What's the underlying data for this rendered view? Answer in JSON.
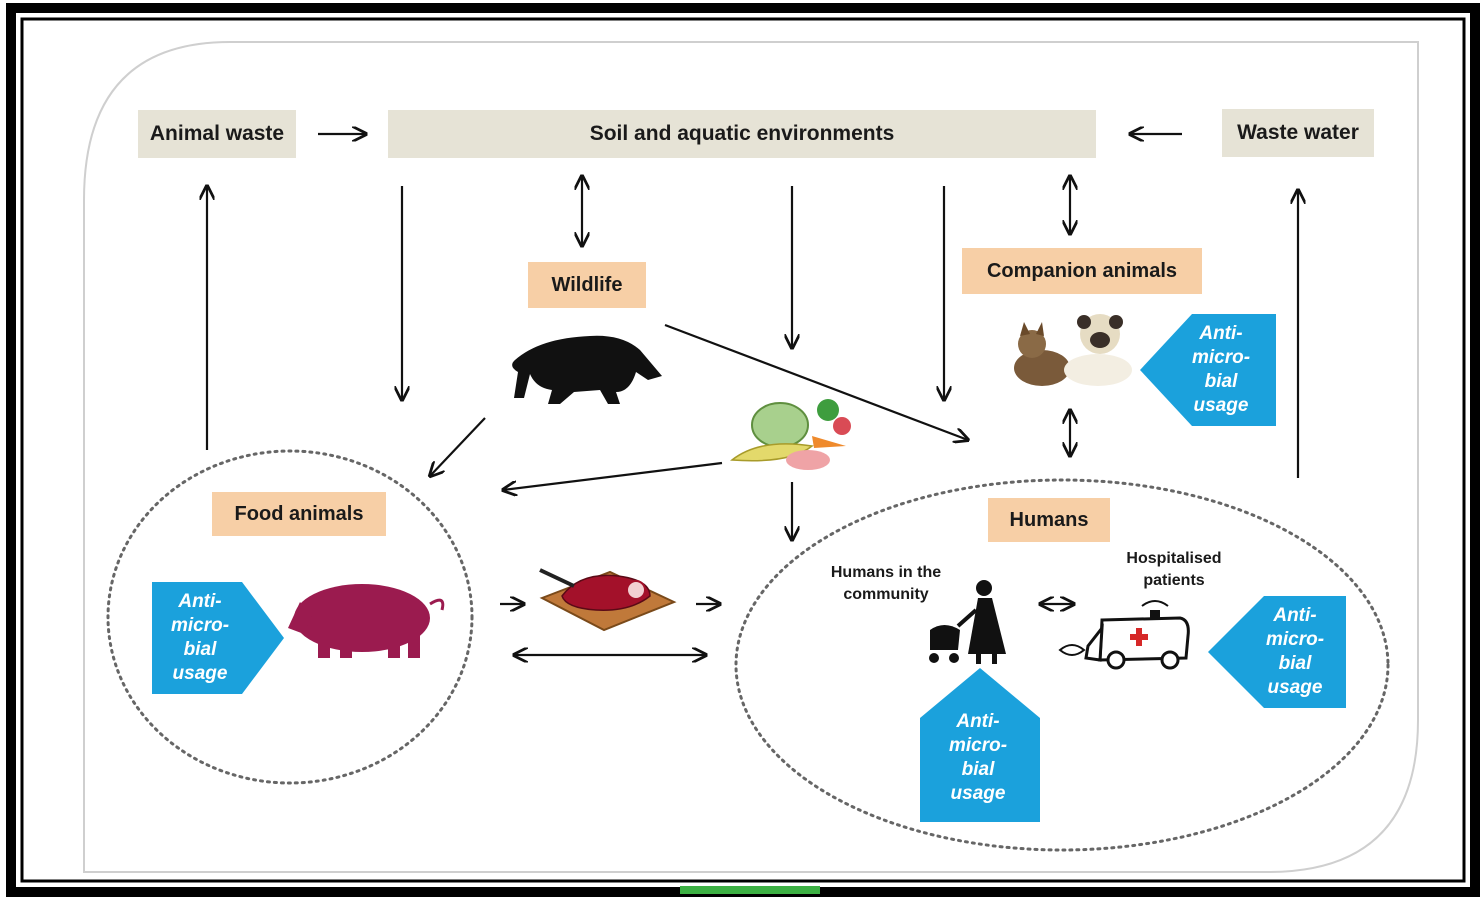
{
  "top": {
    "animal_waste": "Animal waste",
    "soil_aquatic": "Soil and aquatic environments",
    "waste_water": "Waste water"
  },
  "nodes": {
    "wildlife": "Wildlife",
    "companion_animals": "Companion animals",
    "food_animals": "Food animals",
    "humans": "Humans",
    "humans_community": "Humans in the\ncommunity",
    "hospitalised_patients": "Hospitalised\npatients"
  },
  "antimicrobial_usage_label": "Anti-\nmicro-\nbial\nusage",
  "colors": {
    "frame": "#000000",
    "panel_border": "#c8c8c8",
    "beige_box": "#e6e3d6",
    "peach_box": "#f7cfa6",
    "usage_blue": "#1ba1dc",
    "pig": "#9b1b4f",
    "arrow": "#111111"
  },
  "icons": {
    "wildlife": "wild-boar-icon",
    "food": "vegetables-icon",
    "companion": "cat-and-dog-icon",
    "food_animal": "pig-icon",
    "meat": "meat-on-board-icon",
    "community": "woman-with-stroller-icon",
    "hospital": "ambulance-icon"
  }
}
